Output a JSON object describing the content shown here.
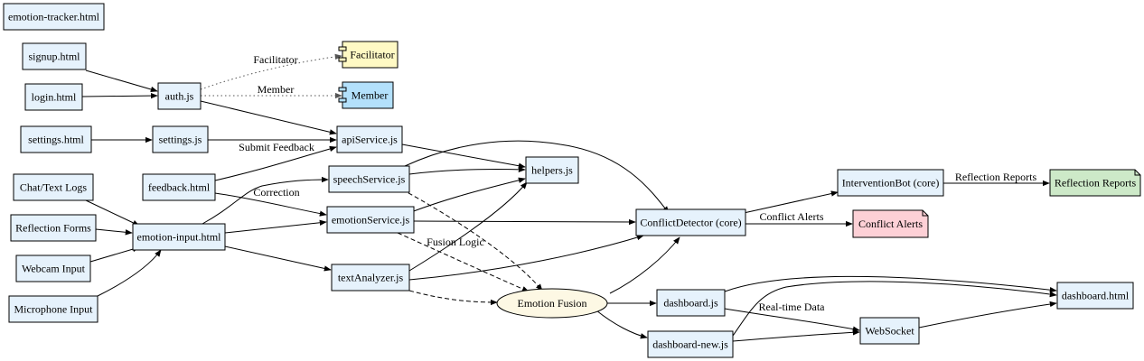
{
  "colors": {
    "file_fill": "#e6f2fc",
    "role_facilitator_fill": "#fff9c4",
    "role_member_fill": "#b3e0fb",
    "output_conflict_fill": "#fdd0d6",
    "output_reflection_fill": "#cde9c8",
    "fusion_fill": "#fdf8e4",
    "stroke": "#000000"
  },
  "nodes": {
    "emotion_tracker_html": "emotion-tracker.html",
    "signup_html": "signup.html",
    "login_html": "login.html",
    "auth_js": "auth.js",
    "facilitator": "Facilitator",
    "member": "Member",
    "settings_html": "settings.html",
    "settings_js": "settings.js",
    "apiservice_js": "apiService.js",
    "helpers_js": "helpers.js",
    "chat_text_logs": "Chat/Text Logs",
    "feedback_html": "feedback.html",
    "speechservice_js": "speechService.js",
    "reflection_forms": "Reflection Forms",
    "emotion_input_html": "emotion-input.html",
    "emotionservice_js": "emotionService.js",
    "conflictdetector_core": "ConflictDetector (core)",
    "interventionbot_core": "InterventionBot (core)",
    "reflection_reports": "Reflection Reports",
    "conflict_alerts": "Conflict Alerts",
    "webcam_input": "Webcam Input",
    "textanalyzer_js": "textAnalyzer.js",
    "emotion_fusion": "Emotion Fusion",
    "dashboard_js": "dashboard.js",
    "dashboard_html": "dashboard.html",
    "microphone_input": "Microphone Input",
    "websocket": "WebSocket",
    "dashboard_new_js": "dashboard-new.js"
  },
  "edge_labels": {
    "facilitator": "Facilitator",
    "member": "Member",
    "submit_feedback": "Submit Feedback",
    "correction": "Correction",
    "fusion_logic": "Fusion Logic",
    "conflict_alerts": "Conflict Alerts",
    "reflection_reports": "Reflection Reports",
    "real_time_data": "Real-time Data"
  }
}
